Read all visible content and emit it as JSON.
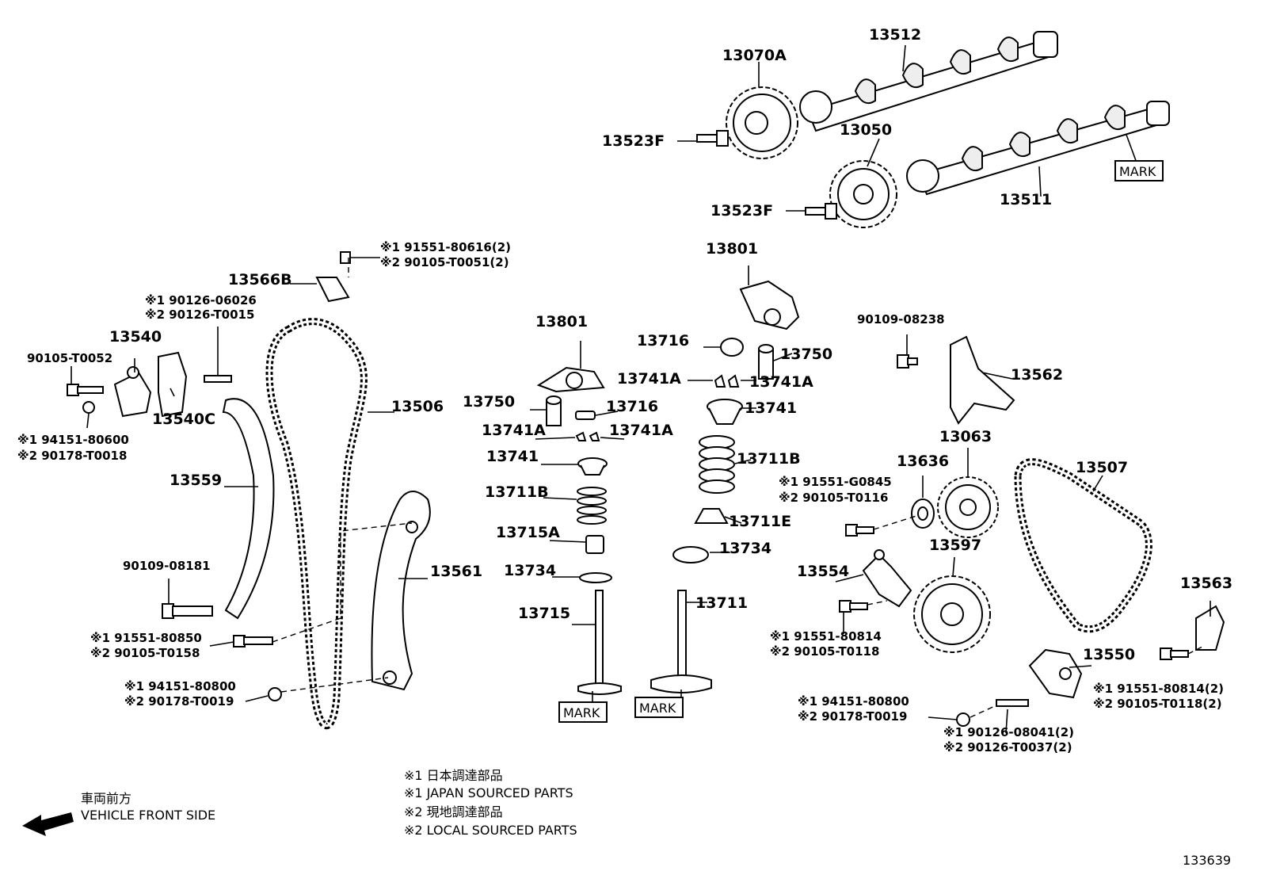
{
  "labels": {
    "p13070A": "13070A",
    "p13512": "13512",
    "p13523F_a": "13523F",
    "p13050": "13050",
    "p13523F_b": "13523F",
    "p13511": "13511",
    "mark_cam": "MARK",
    "p13801_r": "13801",
    "p13716_r": "13716",
    "p13750_r": "13750",
    "p13741A_r1": "13741A",
    "p13741A_r2": "13741A",
    "p13741_r": "13741",
    "p13711B_r": "13711B",
    "p13711E": "13711E",
    "p13734_r": "13734",
    "p13711": "13711",
    "mark_valve_r": "MARK",
    "p13801_l": "13801",
    "p13750_l": "13750",
    "p13716_l": "13716",
    "p13741A_l1": "13741A",
    "p13741A_l2": "13741A",
    "p13741_l": "13741",
    "p13711B_l": "13711B",
    "p13715A": "13715A",
    "p13734_l": "13734",
    "p13715": "13715",
    "mark_valve_l": "MARK",
    "p13566B": "13566B",
    "p13566B_n1": "※1 91551-80616(2)",
    "p13566B_n2": "※2 90105-T0051(2)",
    "stud_n1": "※1 90126-06026",
    "stud_n2": "※2 90126-T0015",
    "p13540": "13540",
    "p90105T0052": "90105-T0052",
    "p13540C": "13540C",
    "nut1_n1": "※1 94151-80600",
    "nut1_n2": "※2 90178-T0018",
    "p13559": "13559",
    "p13506": "13506",
    "p13561": "13561",
    "p90109_08181": "90109-08181",
    "bolt1_n1": "※1 91551-80850",
    "bolt1_n2": "※2 90105-T0158",
    "nut2_n1": "※1 94151-80800",
    "nut2_n2": "※2 90178-T0019",
    "p90109_08238": "90109-08238",
    "p13562": "13562",
    "p13063": "13063",
    "p13636": "13636",
    "p13507": "13507",
    "bolt2_n1": "※1 91551-G0845",
    "bolt2_n2": "※2 90105-T0116",
    "p13597": "13597",
    "p13554": "13554",
    "bolt3_n1": "※1 91551-80814",
    "bolt3_n2": "※2 90105-T0118",
    "p13563": "13563",
    "p13550": "13550",
    "bolt4_n1": "※1 91551-80814(2)",
    "bolt4_n2": "※2 90105-T0118(2)",
    "nut3_n1": "※1 94151-80800",
    "nut3_n2": "※2 90178-T0019",
    "stud2_n1": "※1 90126-08041(2)",
    "stud2_n2": "※2 90126-T0037(2)"
  },
  "notes": {
    "n1_jp": "※1 日本調達部品",
    "n1_en": "※1 JAPAN SOURCED PARTS",
    "n2_jp": "※2 現地調達部品",
    "n2_en": "※2 LOCAL SOURCED PARTS"
  },
  "direction": {
    "jp": "車両前方",
    "en": "VEHICLE FRONT SIDE"
  },
  "diagram_id": "133639"
}
